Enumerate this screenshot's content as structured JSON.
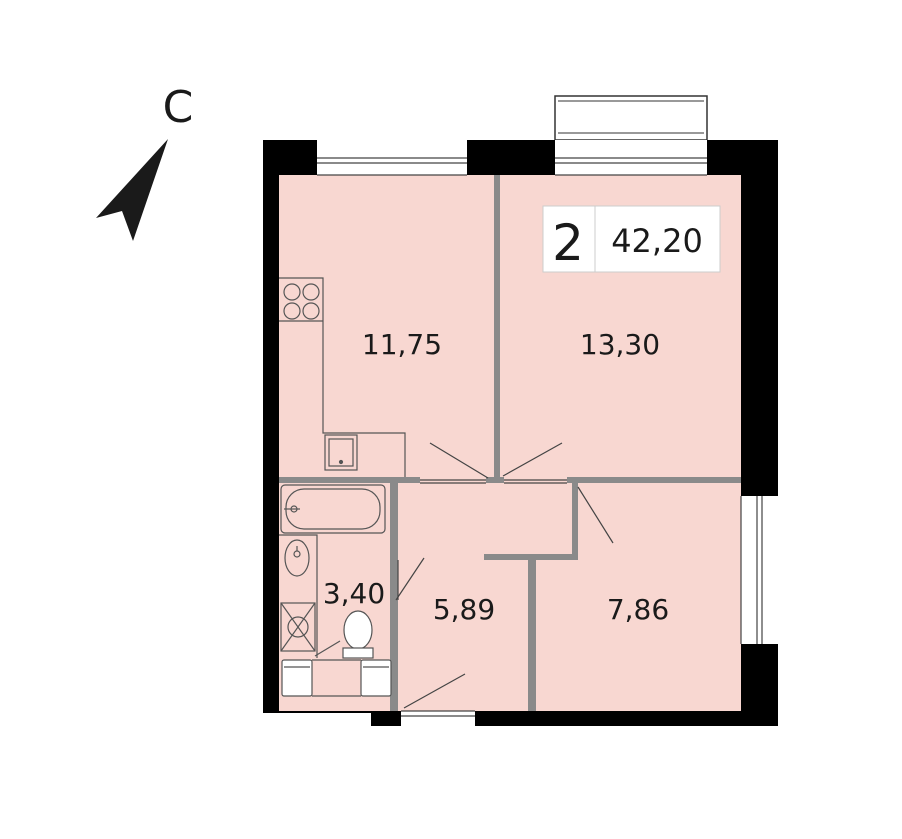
{
  "compass": {
    "label": "С"
  },
  "apartment": {
    "rooms": "2",
    "total_area": "42,20"
  },
  "rooms": {
    "kitchen": "11,75",
    "bedroom": "13,30",
    "bathroom": "3,40",
    "hall": "5,89",
    "room_small": "7,86"
  },
  "colors": {
    "wall": "#000000",
    "floor": "#f8d7d1",
    "partition": "#8a8a8a",
    "fixture_stroke": "#555555"
  }
}
